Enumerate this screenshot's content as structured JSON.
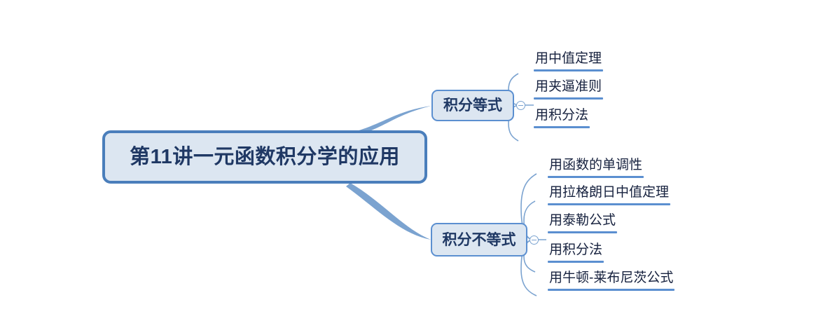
{
  "diagram": {
    "type": "mind-map",
    "title": "第11讲一元函数积分学的应用",
    "direction": "left-to-right",
    "colors": {
      "node_fill": "#dce6f1",
      "node_border": "#4a7ebb",
      "branch_border": "#5b8fd0",
      "root_text": "#1f3864",
      "leaf_text": "#16213e",
      "connector": "#7ba3d0",
      "underline": "#5b8fd0",
      "background": "#ffffff"
    }
  },
  "root": {
    "label": "第11讲一元函数积分学的应用"
  },
  "branches": [
    {
      "label": "积分等式",
      "toggle_icon": "collapse-minus-icon",
      "toggle_state": "expanded",
      "children": [
        {
          "label": "用中值定理"
        },
        {
          "label": "用夹逼准则"
        },
        {
          "label": "用积分法"
        }
      ]
    },
    {
      "label": "积分不等式",
      "toggle_icon": "collapse-minus-icon",
      "toggle_state": "expanded",
      "children": [
        {
          "label": "用函数的单调性"
        },
        {
          "label": "用拉格朗日中值定理"
        },
        {
          "label": "用泰勒公式"
        },
        {
          "label": "用积分法"
        },
        {
          "label": "用牛顿-莱布尼茨公式"
        }
      ]
    }
  ]
}
